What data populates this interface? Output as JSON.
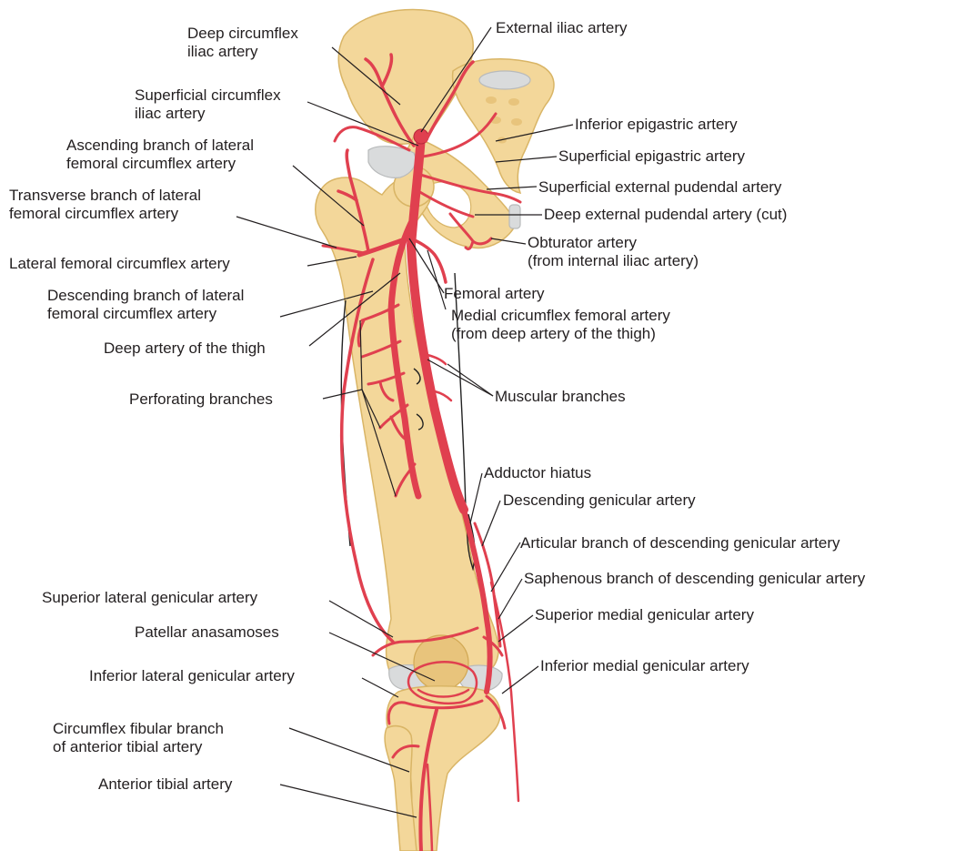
{
  "colors": {
    "artery": "#e0404f",
    "bone": "#f3d79a",
    "cartilage": "#d9dbdc",
    "label_text": "#231f20"
  },
  "labels": {
    "left": [
      {
        "id": "deep-circumflex-iliac",
        "lines": [
          "Deep circumflex",
          "iliac artery"
        ]
      },
      {
        "id": "superficial-circumflex-iliac",
        "lines": [
          "Superficial circumflex",
          "iliac artery"
        ]
      },
      {
        "id": "ascending-branch-lfc",
        "lines": [
          "Ascending branch of lateral",
          "femoral circumflex artery"
        ]
      },
      {
        "id": "transverse-branch-lfc",
        "lines": [
          "Transverse branch of lateral",
          "femoral circumflex artery"
        ]
      },
      {
        "id": "lateral-femoral-circumflex",
        "lines": [
          "Lateral femoral circumflex artery"
        ]
      },
      {
        "id": "descending-branch-lfc",
        "lines": [
          "Descending branch of lateral",
          "femoral circumflex artery"
        ]
      },
      {
        "id": "deep-artery-thigh",
        "lines": [
          "Deep artery of the thigh"
        ]
      },
      {
        "id": "perforating-branches",
        "lines": [
          "Perforating branches"
        ]
      },
      {
        "id": "superior-lateral-genicular",
        "lines": [
          "Superior lateral genicular artery"
        ]
      },
      {
        "id": "patellar-anasamoses",
        "lines": [
          "Patellar anasamoses"
        ]
      },
      {
        "id": "inferior-lateral-genicular",
        "lines": [
          "Inferior lateral genicular artery"
        ]
      },
      {
        "id": "circumflex-fibular",
        "lines": [
          "Circumflex fibular branch",
          "of anterior tibial artery"
        ]
      },
      {
        "id": "anterior-tibial",
        "lines": [
          "Anterior tibial artery"
        ]
      }
    ],
    "right": [
      {
        "id": "external-iliac",
        "lines": [
          "External iliac artery"
        ]
      },
      {
        "id": "inferior-epigastric",
        "lines": [
          "Inferior epigastric artery"
        ]
      },
      {
        "id": "superficial-epigastric",
        "lines": [
          "Superficial epigastric artery"
        ]
      },
      {
        "id": "superficial-external-pudendal",
        "lines": [
          "Superficial external pudendal artery"
        ]
      },
      {
        "id": "deep-external-pudendal",
        "lines": [
          "Deep external pudendal artery (cut)"
        ]
      },
      {
        "id": "obturator",
        "lines": [
          "Obturator artery",
          "(from internal iliac artery)"
        ]
      },
      {
        "id": "femoral",
        "lines": [
          "Femoral artery"
        ]
      },
      {
        "id": "medial-circumflex-femoral",
        "lines": [
          "Medial cricumflex femoral artery",
          "(from deep artery of the thigh)"
        ]
      },
      {
        "id": "muscular-branches",
        "lines": [
          "Muscular branches"
        ]
      },
      {
        "id": "adductor-hiatus",
        "lines": [
          "Adductor hiatus"
        ]
      },
      {
        "id": "descending-genicular",
        "lines": [
          "Descending genicular artery"
        ]
      },
      {
        "id": "articular-branch-dg",
        "lines": [
          "Articular branch of descending genicular artery"
        ]
      },
      {
        "id": "saphenous-branch-dg",
        "lines": [
          "Saphenous branch of descending genicular artery"
        ]
      },
      {
        "id": "superior-medial-genicular",
        "lines": [
          "Superior medial genicular artery"
        ]
      },
      {
        "id": "inferior-medial-genicular",
        "lines": [
          "Inferior medial genicular artery"
        ]
      }
    ]
  }
}
